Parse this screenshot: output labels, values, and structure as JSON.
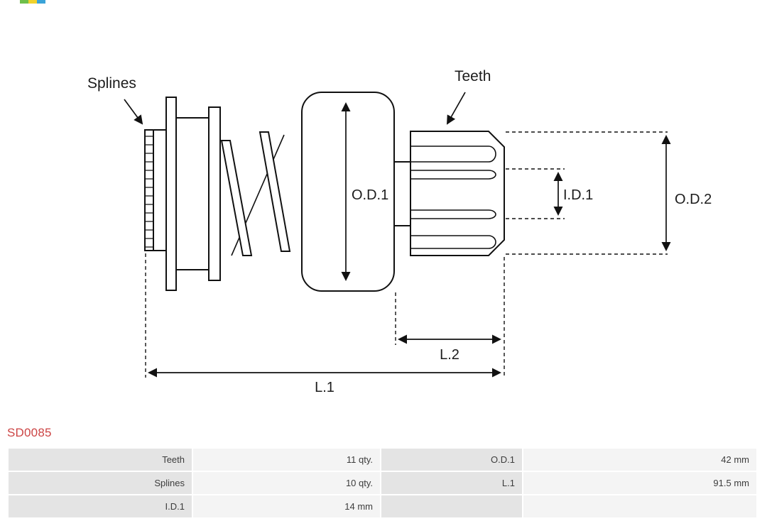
{
  "part_number": "SD0085",
  "drawing": {
    "labels": {
      "splines": "Splines",
      "teeth": "Teeth",
      "od1": "O.D.1",
      "id1": "I.D.1",
      "od2": "O.D.2",
      "l1": "L.1",
      "l2": "L.2"
    }
  },
  "table": {
    "rows": [
      {
        "c1": "Teeth",
        "c2": "11 qty.",
        "c3": "O.D.1",
        "c4": "42 mm"
      },
      {
        "c1": "Splines",
        "c2": "10 qty.",
        "c3": "L.1",
        "c4": "91.5 mm"
      },
      {
        "c1": "I.D.1",
        "c2": "14 mm",
        "c3": "",
        "c4": ""
      }
    ]
  },
  "icons": {
    "logo": "brand-logo-strip"
  },
  "colors": {
    "part_number_text": "#cc4444",
    "table_label_bg": "#e4e4e4",
    "table_value_bg": "#f4f4f4",
    "drawing_line": "#111111",
    "background": "#ffffff"
  }
}
